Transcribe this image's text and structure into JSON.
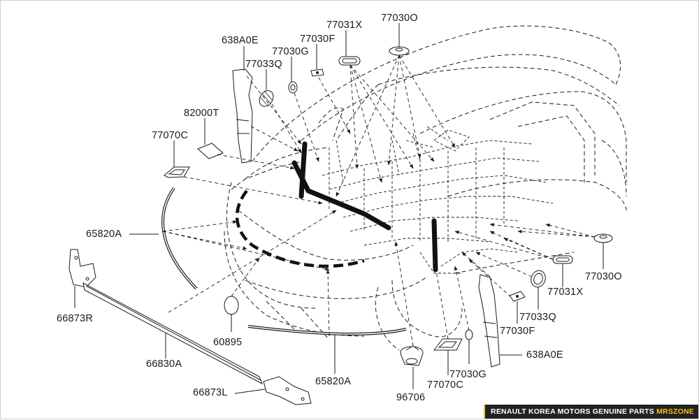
{
  "diagram": {
    "labels": [
      {
        "id": "lbl-638a0e-top",
        "text": "638A0E"
      },
      {
        "id": "lbl-77031x-top",
        "text": "77031X"
      },
      {
        "id": "lbl-77030o-top",
        "text": "77030O"
      },
      {
        "id": "lbl-77030f-top",
        "text": "77030F"
      },
      {
        "id": "lbl-77030g-top",
        "text": "77030G"
      },
      {
        "id": "lbl-77033q-top",
        "text": "77033Q"
      },
      {
        "id": "lbl-82000t",
        "text": "82000T"
      },
      {
        "id": "lbl-77070c-left",
        "text": "77070C"
      },
      {
        "id": "lbl-65820a-left",
        "text": "65820A"
      },
      {
        "id": "lbl-66873r",
        "text": "66873R"
      },
      {
        "id": "lbl-60895",
        "text": "60895"
      },
      {
        "id": "lbl-66830a",
        "text": "66830A"
      },
      {
        "id": "lbl-66873l",
        "text": "66873L"
      },
      {
        "id": "lbl-65820a-bottom",
        "text": "65820A"
      },
      {
        "id": "lbl-96706",
        "text": "96706"
      },
      {
        "id": "lbl-77070c-bottom",
        "text": "77070C"
      },
      {
        "id": "lbl-77030g-bottom",
        "text": "77030G"
      },
      {
        "id": "lbl-638a0e-bottom",
        "text": "638A0E"
      },
      {
        "id": "lbl-77030f-bottom",
        "text": "77030F"
      },
      {
        "id": "lbl-77033q-bottom",
        "text": "77033Q"
      },
      {
        "id": "lbl-77031x-right",
        "text": "77031X"
      },
      {
        "id": "lbl-77030o-right",
        "text": "77030O"
      }
    ]
  },
  "footer": {
    "main_text": "RENAULT KOREA MOTORS GENUINE PARTS",
    "brand_text": "MRSZONE"
  },
  "colors": {
    "line": "#1a1a1a",
    "footer_bg": "#222222",
    "footer_accent": "#f2c21b"
  }
}
